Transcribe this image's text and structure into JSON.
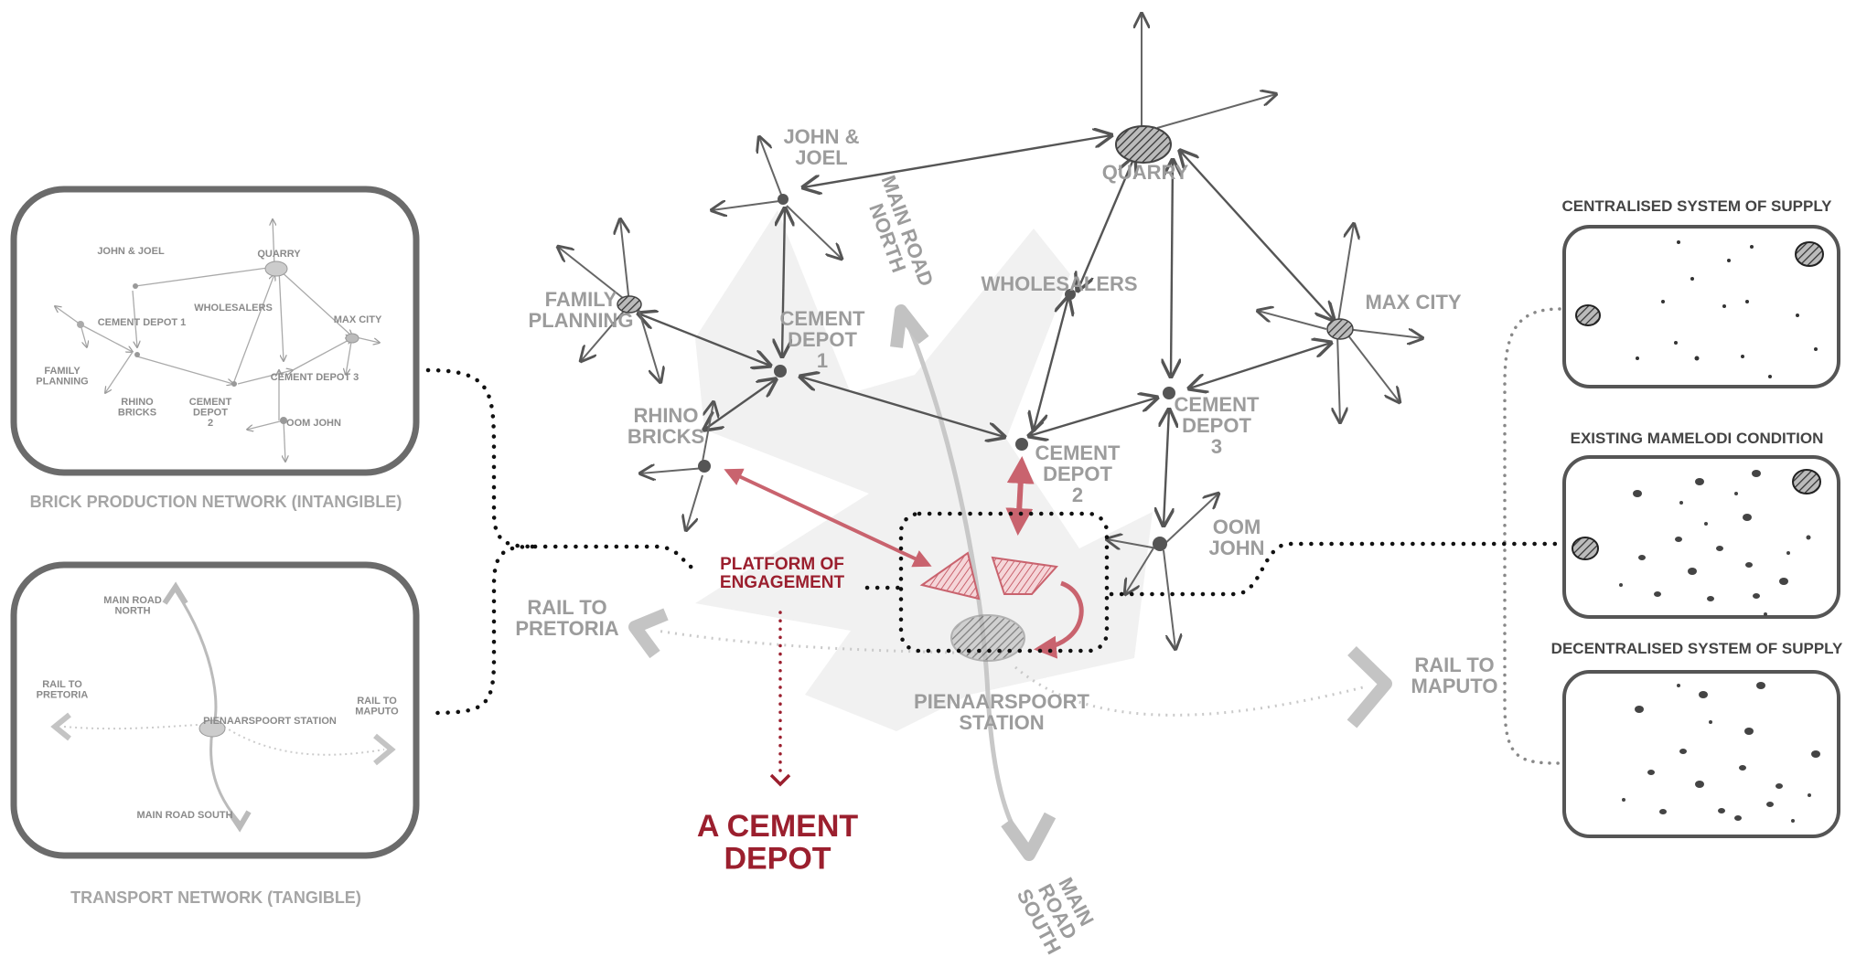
{
  "colors": {
    "accent": "#9b1f2e",
    "label_grey": "#9c9c9c",
    "sketch_line": "#555555"
  },
  "main": {
    "nodes": {
      "john_joel": "JOHN & JOEL",
      "quarry": "QUARRY",
      "family_planning": "FAMILY PLANNING",
      "cement_depot_1": "CEMENT DEPOT 1",
      "wholesalers": "WHOLESALERS",
      "max_city": "MAX CITY",
      "rhino_bricks": "RHINO BRICKS",
      "cement_depot_3": "CEMENT DEPOT 3",
      "cement_depot_2": "CEMENT DEPOT 2",
      "oom_john": "OOM JOHN",
      "pienaarspoort_station": "PIENAARSPOORT STATION"
    },
    "routes": {
      "main_road_north": "MAIN ROAD NORTH",
      "main_road_south": "MAIN ROAD SOUTH",
      "rail_to_pretoria": "RAIL TO PRETORIA",
      "rail_to_maputo": "RAIL TO MAPUTO"
    },
    "platform_label": "PLATFORM OF ENGAGEMENT",
    "result_label": "A CEMENT DEPOT"
  },
  "left_panels": {
    "brick": {
      "caption": "BRICK PRODUCTION NETWORK (INTANGIBLE)",
      "labels": {
        "john_joel": "JOHN & JOEL",
        "quarry": "QUARRY",
        "wholesalers": "WHOLESALERS",
        "cement_depot_1": "CEMENT DEPOT 1",
        "max_city": "MAX CITY",
        "family_planning": "FAMILY PLANNING",
        "rhino_bricks": "RHINO BRICKS",
        "cement_depot_2": "CEMENT DEPOT 2",
        "cement_depot_3": "CEMENT DEPOT 3",
        "oom_john": "OOM JOHN"
      }
    },
    "transport": {
      "caption": "TRANSPORT NETWORK (TANGIBLE)",
      "labels": {
        "main_road_north": "MAIN ROAD NORTH",
        "rail_to_pretoria": "RAIL TO PRETORIA",
        "pienaarspoort_station": "PIENAARSPOORT STATION",
        "rail_to_maputo": "RAIL TO MAPUTO",
        "main_road_south": "MAIN ROAD SOUTH"
      }
    }
  },
  "right_panels": {
    "centralised": "CENTRALISED SYSTEM OF SUPPLY",
    "existing": "EXISTING MAMELODI CONDITION",
    "decentralised": "DECENTRALISED SYSTEM OF SUPPLY"
  }
}
